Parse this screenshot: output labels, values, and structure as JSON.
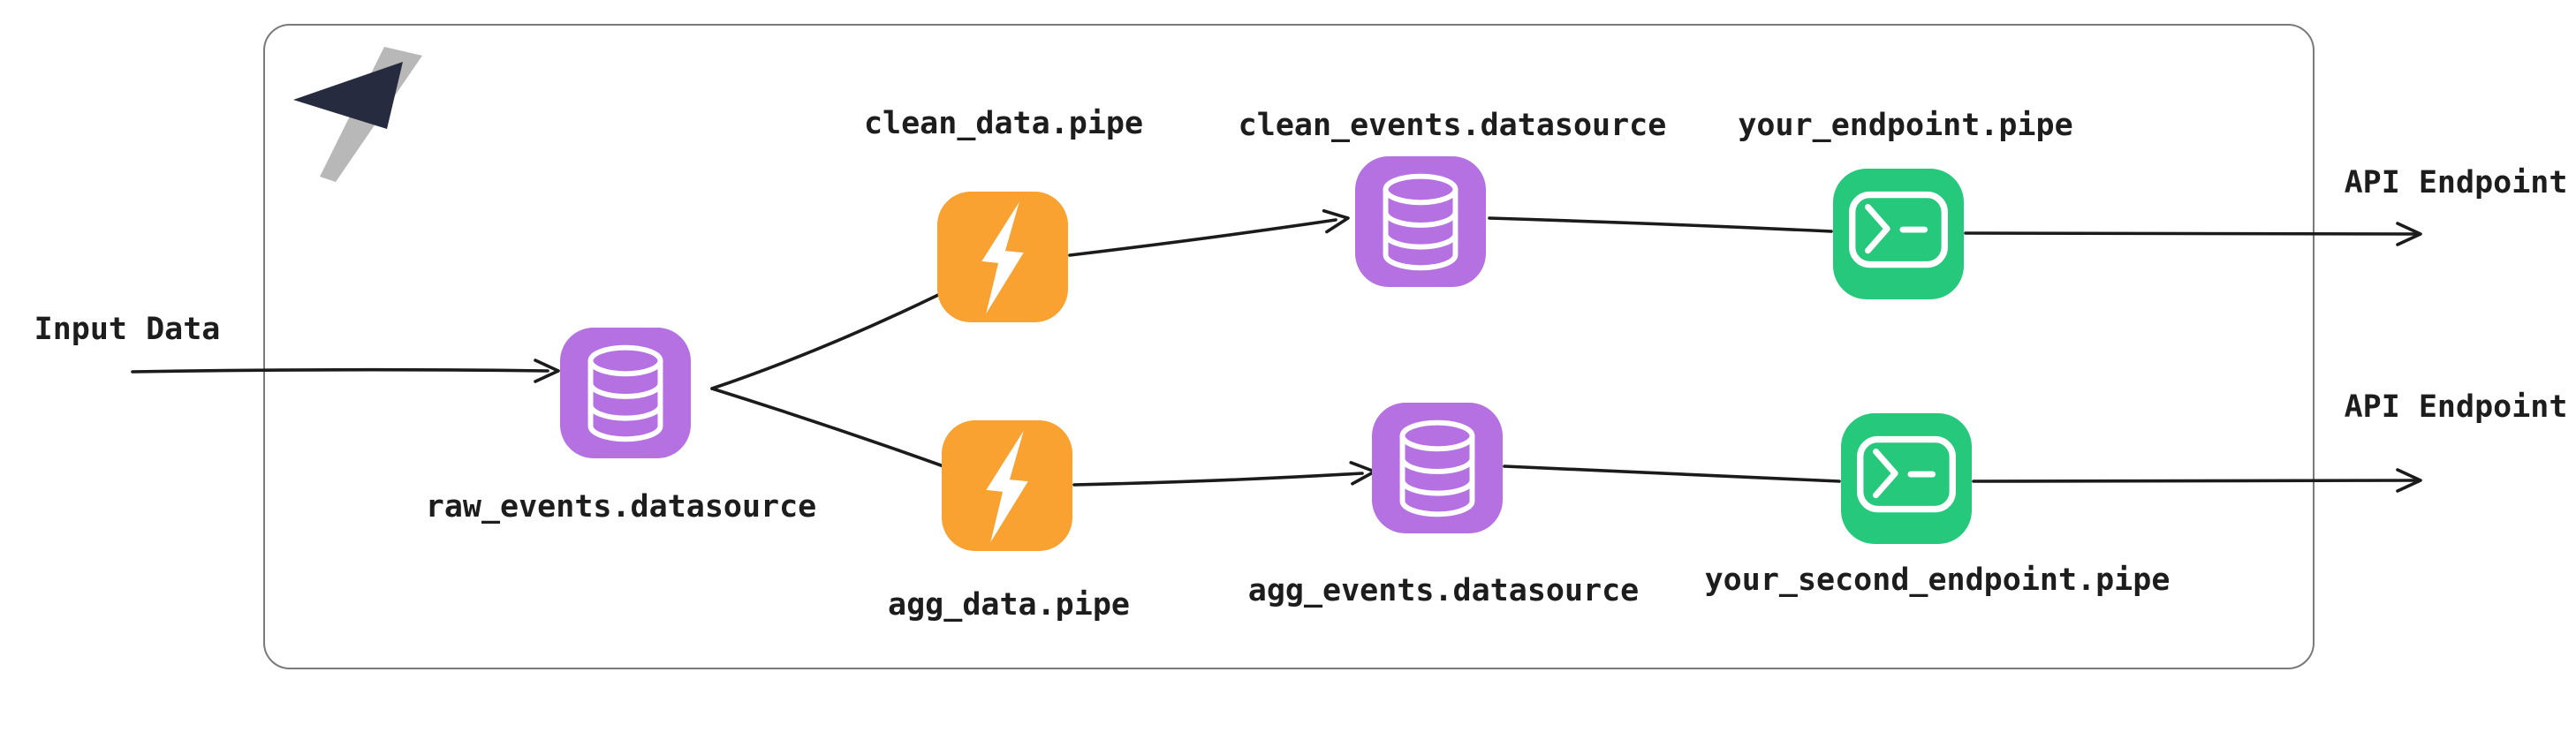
{
  "diagram": {
    "external": {
      "input_label": "Input Data",
      "api_top_label": "API Endpoint",
      "api_bottom_label": "API Endpoint"
    },
    "nodes": {
      "raw_events": {
        "label": "raw_events.datasource",
        "kind": "datasource",
        "icon": "database-icon"
      },
      "clean_data": {
        "label": "clean_data.pipe",
        "kind": "pipe",
        "icon": "lightning-icon"
      },
      "agg_data": {
        "label": "agg_data.pipe",
        "kind": "pipe",
        "icon": "lightning-icon"
      },
      "clean_events": {
        "label": "clean_events.datasource",
        "kind": "datasource",
        "icon": "database-icon"
      },
      "agg_events": {
        "label": "agg_events.datasource",
        "kind": "datasource",
        "icon": "database-icon"
      },
      "your_endpoint": {
        "label": "your_endpoint.pipe",
        "kind": "endpoint",
        "icon": "terminal-icon"
      },
      "your_second_endpoint": {
        "label": "your_second_endpoint.pipe",
        "kind": "endpoint",
        "icon": "terminal-icon"
      }
    },
    "colors": {
      "datasource": "#b571e2",
      "pipe": "#f9a231",
      "endpoint": "#26c87c",
      "line": "#1b1b1b",
      "text": "#1d1d1d",
      "border": "#7a7a7a",
      "logo_navy": "#272b40",
      "logo_gray": "#b8b8b8"
    }
  }
}
